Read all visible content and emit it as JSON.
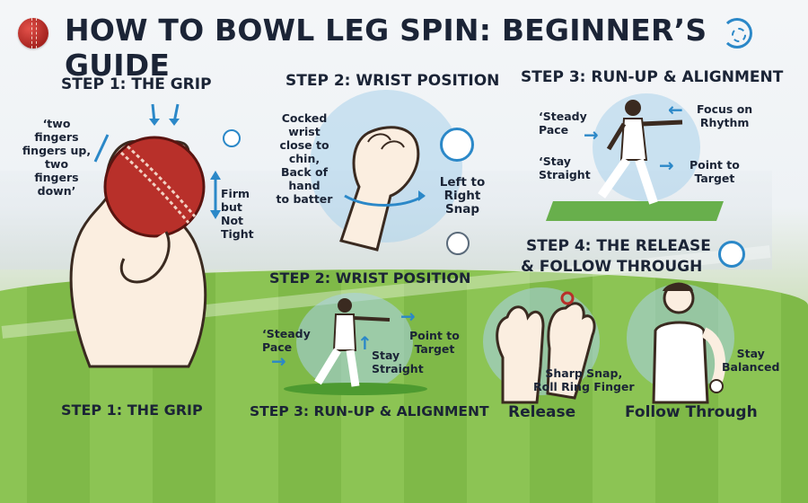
{
  "title": "HOW TO BOWL LEG SPIN: BEGINNER’S GUIDE",
  "steps": {
    "s1_top": "STEP 1: THE GRIP",
    "s2_top": "STEP 2: WRIST POSITION",
    "s3_top": "STEP 3: RUN-UP & ALIGNMENT",
    "s4_line1": "STEP 4: THE RELEASE",
    "s4_line2": "& FOLLOW THROUGH",
    "s2_mid": "STEP 2: WRIST POSITION",
    "s1_bottom": "STEP 1: THE GRIP",
    "s3_bottom": "STEP 3: RUN-UP & ALIGNMENT"
  },
  "grip": {
    "fingers": [
      "‘two fingers",
      "fingers up,",
      "two fingers",
      "down’"
    ],
    "firm": [
      "Firm but",
      "Not Tight"
    ]
  },
  "wrist": {
    "cocked": [
      "Cocked wrist",
      "close to chin,",
      "Back of hand",
      "to batter"
    ],
    "snap": [
      "Left to Right",
      "Snap"
    ]
  },
  "runup_top": {
    "steady": [
      "‘Steady",
      "Pace"
    ],
    "focus": [
      "Focus on",
      "Rhythm"
    ],
    "straight": [
      "‘Stay",
      "Straight"
    ],
    "point": [
      "Point to",
      "Target"
    ]
  },
  "runup_mid": {
    "steady": [
      "‘Steady",
      "Pace"
    ],
    "straight": [
      "Stay",
      "Straight"
    ],
    "point": [
      "Point to",
      "Target"
    ]
  },
  "release": {
    "snap": [
      "Sharp Snap,",
      "Roll Ring Finger"
    ],
    "release_label": "Release",
    "balanced": [
      "Stay",
      "Balanced"
    ],
    "follow_label": "Follow Through"
  },
  "colors": {
    "accent": "#2b88c8",
    "ball": "#b8302a",
    "text": "#1b2436",
    "grass": "#8cc454"
  },
  "icons": [
    "cricket-ball-icon",
    "spin-icon"
  ]
}
